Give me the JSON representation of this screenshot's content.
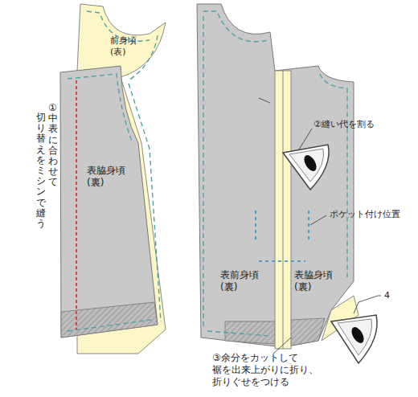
{
  "diagram": {
    "labels": [
      "前身頃 (表)",
      "①中表に合わせて",
      "切り替えをミシンで縫う",
      "表脇身頃 (裏)",
      "②縫い代を割る",
      "ポケット付け位置",
      "表前身頃 (裏)",
      "表脇身頃 (裏)",
      "4",
      "③余分をカットして 裾を出来上がりに折り、 折りぐせをつける"
    ]
  }
}
